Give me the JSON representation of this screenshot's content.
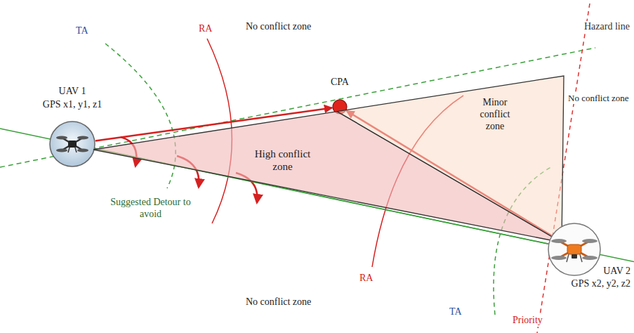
{
  "diagram": {
    "nodes": [
      {
        "text": [
          "UAV 1",
          "GPS x1, y1, z1"
        ]
      },
      {
        "text": [
          "CPA"
        ]
      },
      {
        "text": [
          "High conflict zone"
        ]
      },
      {
        "text": [
          "Minor conflict zone"
        ]
      },
      {
        "text": [
          "UAV 2",
          "GPS x2, y2, z2"
        ]
      }
    ],
    "edges": [
      {
        "from": 0,
        "to": 1,
        "arrow": "to"
      },
      {
        "from": 4,
        "to": 1,
        "arrow": "to"
      },
      {
        "from": 0,
        "to": 4,
        "arrow": "none"
      }
    ],
    "labels": [
      "No conflict zone",
      "TA",
      "RA",
      "Hazard line",
      "No conflict zone",
      "Suggested Detour to avoid",
      "No conflict zone",
      "RA",
      "TA",
      "Priority"
    ]
  }
}
